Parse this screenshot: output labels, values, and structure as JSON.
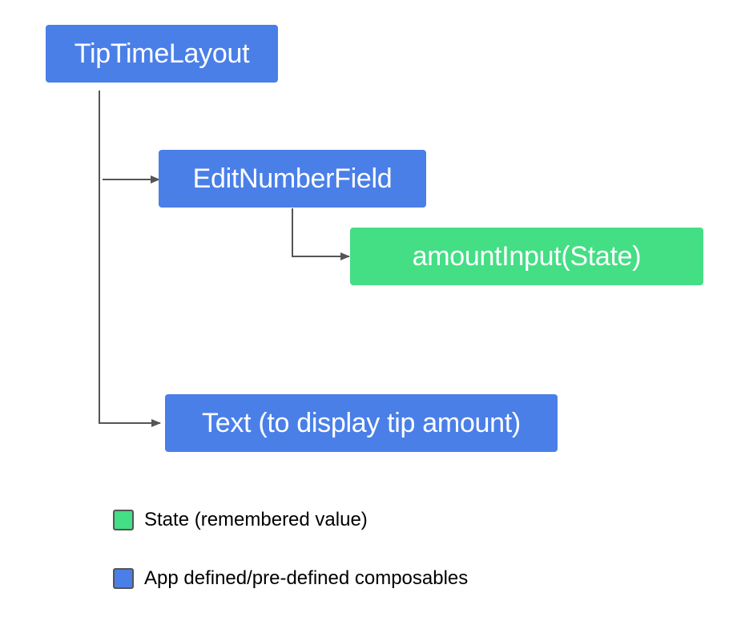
{
  "colors": {
    "composable": "#4A7FE8",
    "state": "#44DE85",
    "connector": "#555555"
  },
  "nodes": {
    "root": {
      "label": "TipTimeLayout",
      "kind": "composable"
    },
    "edit_field": {
      "label": "EditNumberField",
      "kind": "composable"
    },
    "amount_input": {
      "label": "amountInput(State)",
      "kind": "state"
    },
    "text": {
      "label": "Text (to display tip amount)",
      "kind": "composable"
    }
  },
  "legend": {
    "state_label": "State (remembered value)",
    "composable_label": "App defined/pre-defined composables"
  }
}
